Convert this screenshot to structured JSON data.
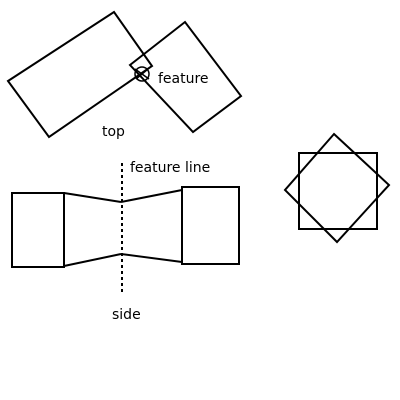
{
  "labels": {
    "feature": "feature",
    "top": "top",
    "feature_line": "feature line",
    "side": "side"
  }
}
